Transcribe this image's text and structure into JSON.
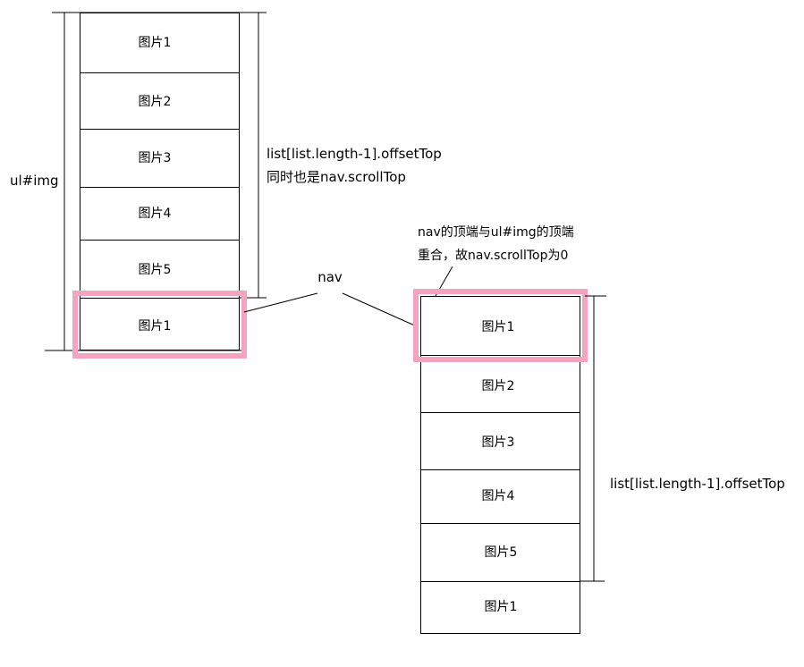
{
  "left_stack": {
    "items": [
      "图片1",
      "图片2",
      "图片3",
      "图片4",
      "图片5",
      "图片1"
    ],
    "ul_label": "ul#img",
    "offset_label_line1": "list[list.length-1].offsetTop",
    "offset_label_line2": "同时也是nav.scrollTop"
  },
  "nav_label": "nav",
  "right_stack": {
    "items": [
      "图片1",
      "图片2",
      "图片3",
      "图片4",
      "图片5",
      "图片1"
    ],
    "note_line1": "nav的顶端与ul#img的顶端",
    "note_line2": "重合，故nav.scrollTop为0",
    "offset_label": "list[list.length-1].offsetTop"
  },
  "colors": {
    "stroke": "#000000",
    "highlight": "#f4a3c0",
    "background": "#ffffff"
  }
}
